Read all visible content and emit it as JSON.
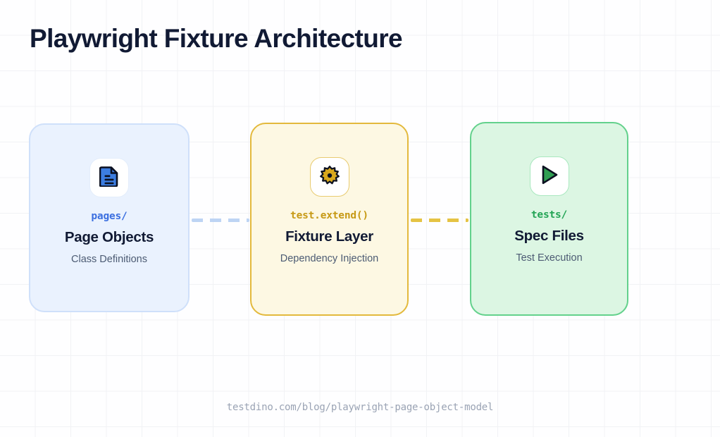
{
  "page": {
    "title": "Playwright Fixture Architecture",
    "footer_url": "testdino.com/blog/playwright-page-object-model",
    "background": "#fefeff",
    "grid_color": "#f1f2f5",
    "title_color": "#111a34"
  },
  "cards": [
    {
      "id": "page-objects",
      "icon": "document-icon",
      "path": "pages/",
      "heading": "Page Objects",
      "subtitle": "Class Definitions",
      "accent": "#3b6fe0",
      "background": "#eaf2fe",
      "border": "#cfe0fa"
    },
    {
      "id": "fixture-layer",
      "icon": "gear-icon",
      "path": "test.extend()",
      "heading": "Fixture Layer",
      "subtitle": "Dependency Injection",
      "accent": "#c79a16",
      "background": "#fdf8e3",
      "border": "#e3b93c"
    },
    {
      "id": "spec-files",
      "icon": "play-icon",
      "path": "tests/",
      "heading": "Spec Files",
      "subtitle": "Test Execution",
      "accent": "#23a455",
      "background": "#dcf6e3",
      "border": "#63d18c"
    }
  ],
  "connectors": [
    {
      "id": "connector-pages-to-fixture",
      "style": "dashed",
      "color": "#bdd4f4"
    },
    {
      "id": "connector-fixture-to-specs",
      "style": "dashed",
      "color": "#e5c344"
    }
  ]
}
